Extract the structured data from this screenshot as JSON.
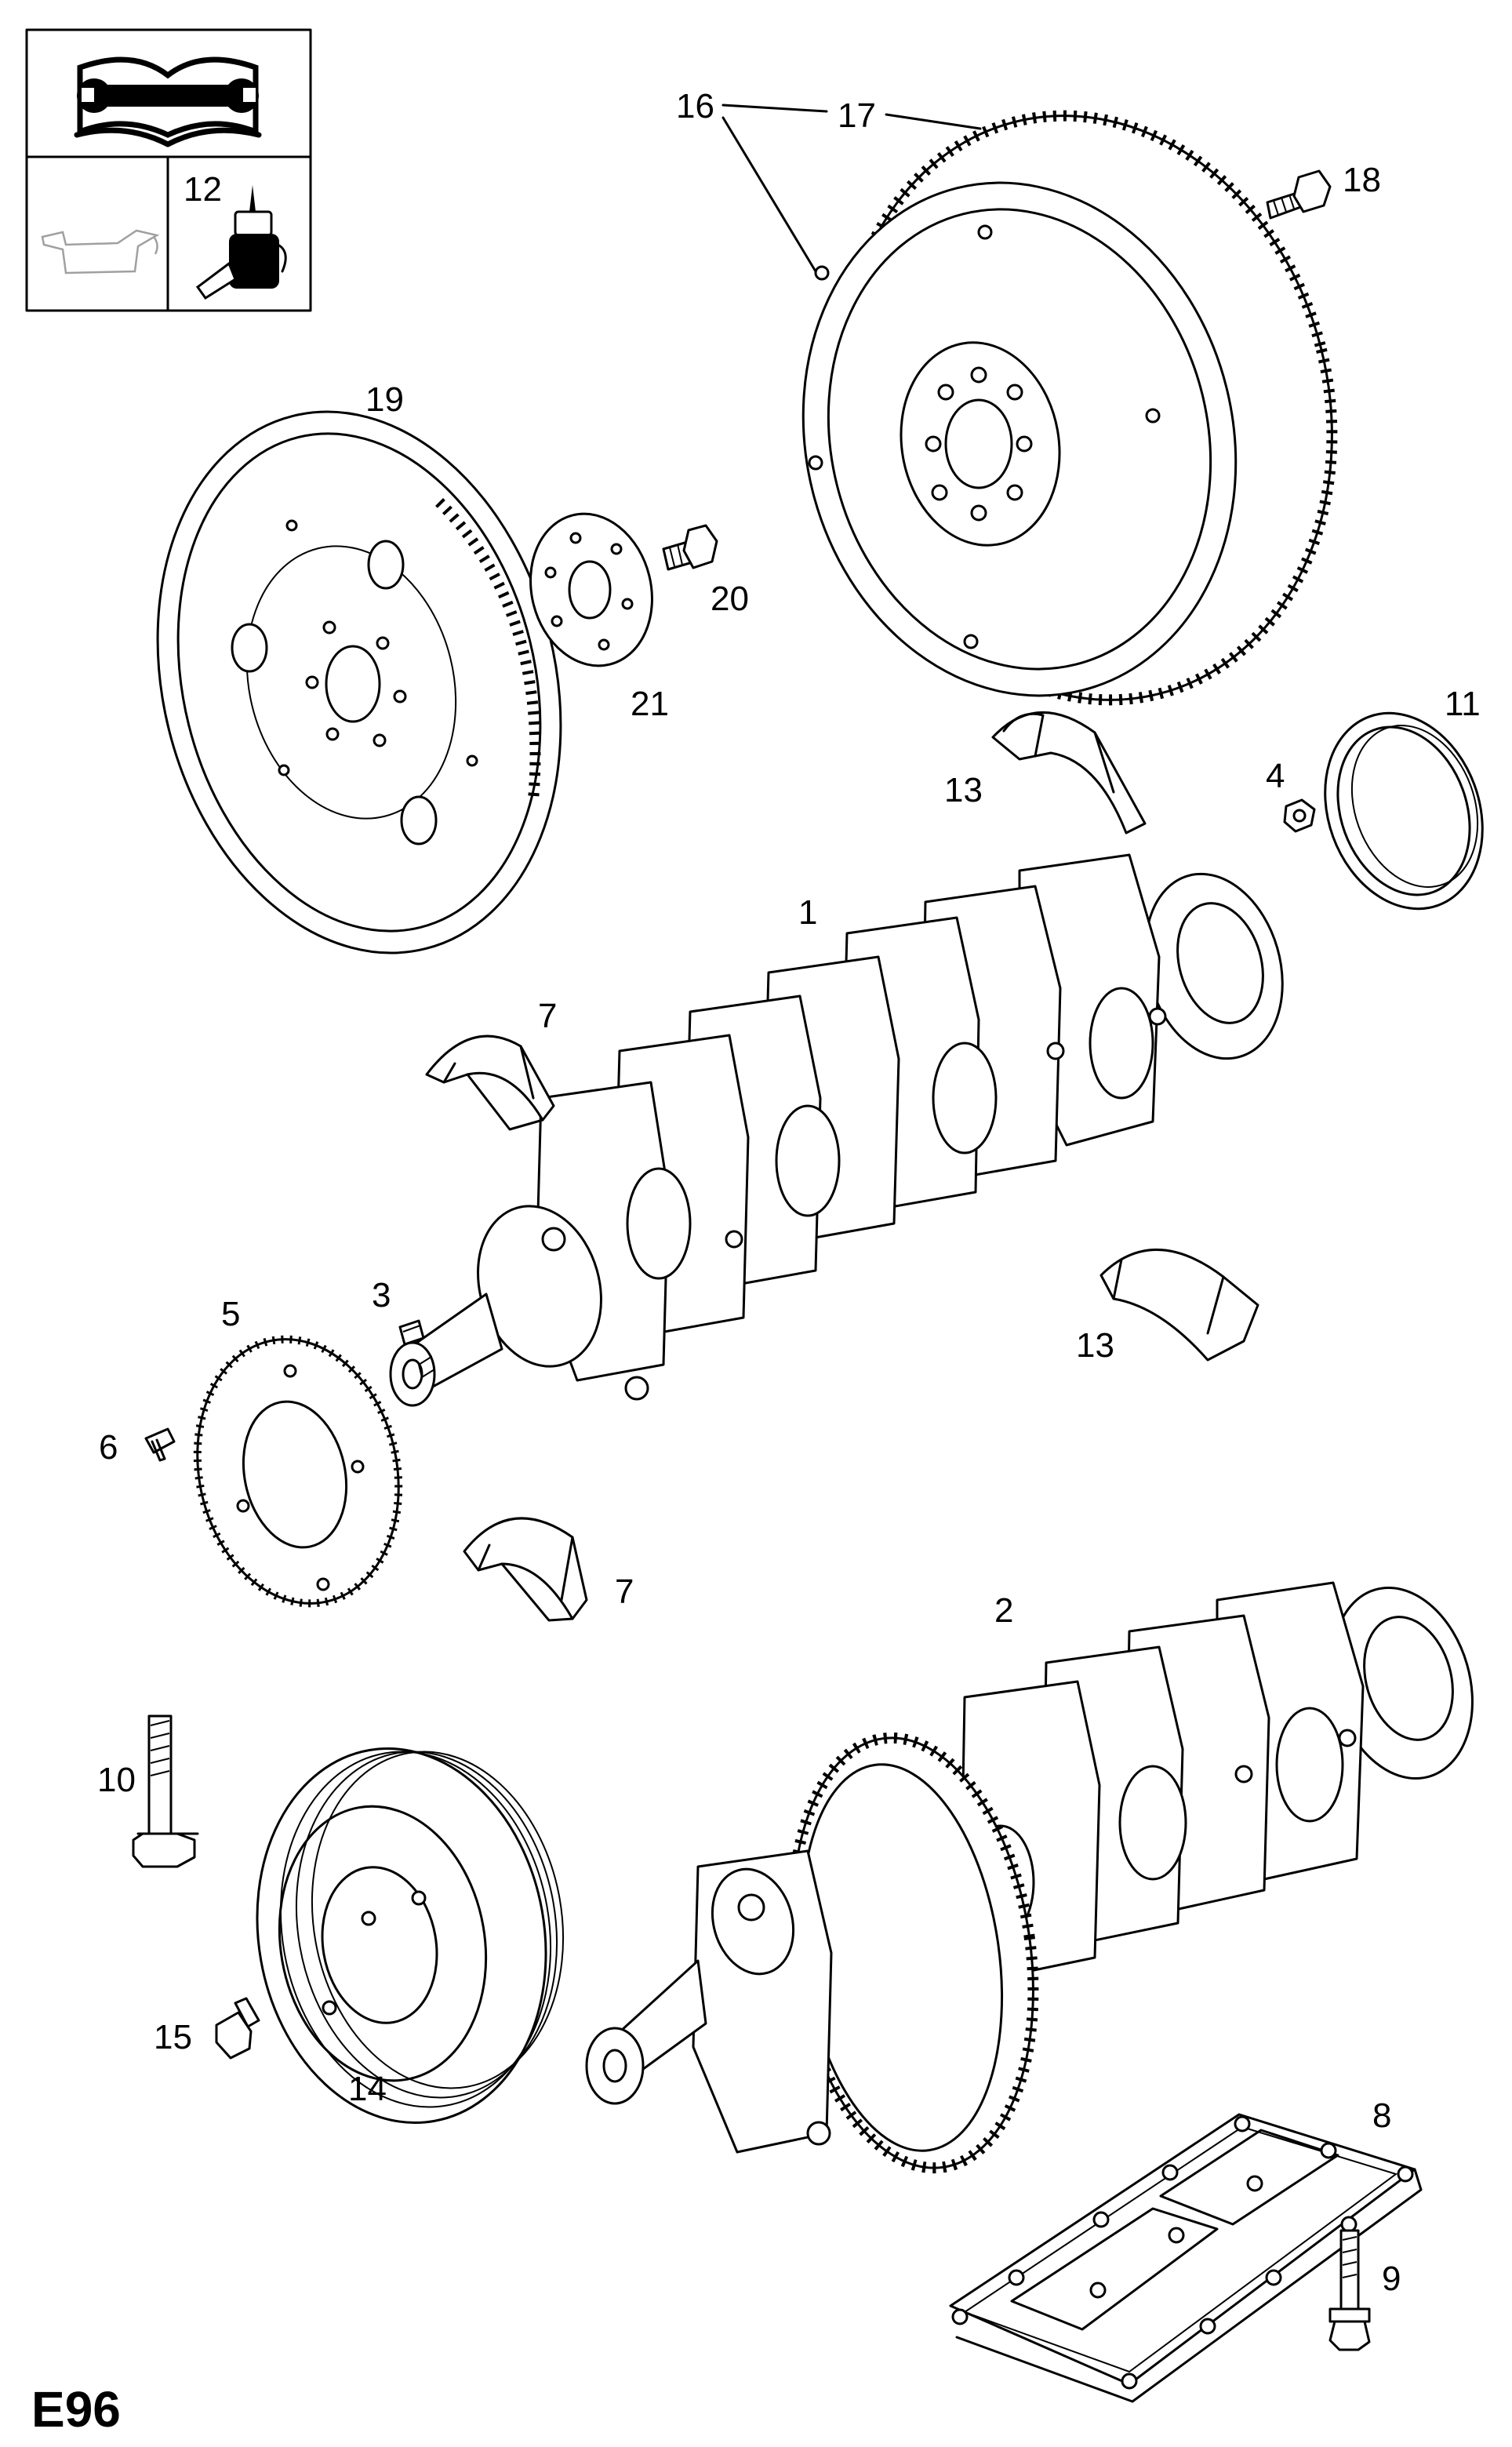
{
  "diagram_code": "E96",
  "legend": {
    "oil_item_number": "12"
  },
  "callouts": {
    "crankshaft_1": "1",
    "crankshaft_2": "2",
    "key": "3",
    "nut": "4",
    "sensor_wheel": "5",
    "screw_sensor_wheel": "6",
    "bearing_shell_upper": "7",
    "bearing_shell_lower": "7",
    "bearing_bridge": "8",
    "bolt_bridge": "9",
    "pulley_bolt": "10",
    "seal_ring": "11",
    "thrust_bearing_upper": "13",
    "thrust_bearing_lower": "13",
    "pulley": "14",
    "pulley_screw": "15",
    "flywheel_a": "16",
    "flywheel_b": "17",
    "flywheel_bolt": "18",
    "flexplate": "19",
    "flexplate_bolt": "20",
    "washer_plate": "21"
  }
}
